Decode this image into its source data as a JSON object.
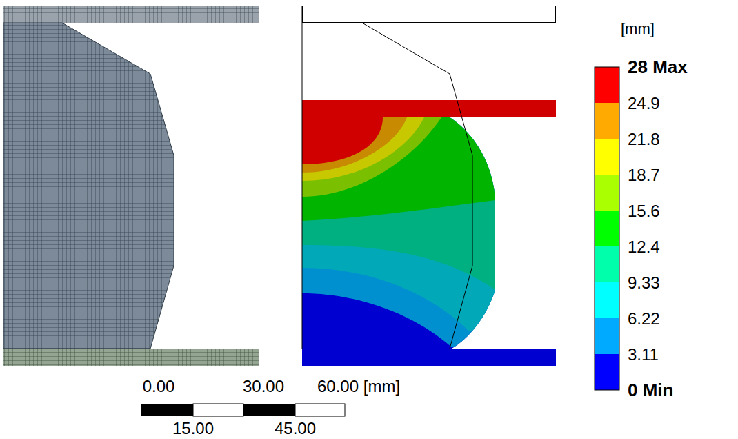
{
  "diagram": {
    "labels": [
      "[mm]",
      "28 Max",
      "24.9",
      "21.8",
      "18.7",
      "15.6",
      "12.4",
      "9.33",
      "6.22",
      "3.11",
      "0 Min",
      "0.00",
      "30.00",
      "60.00 [mm]",
      "15.00",
      "45.00"
    ]
  }
}
